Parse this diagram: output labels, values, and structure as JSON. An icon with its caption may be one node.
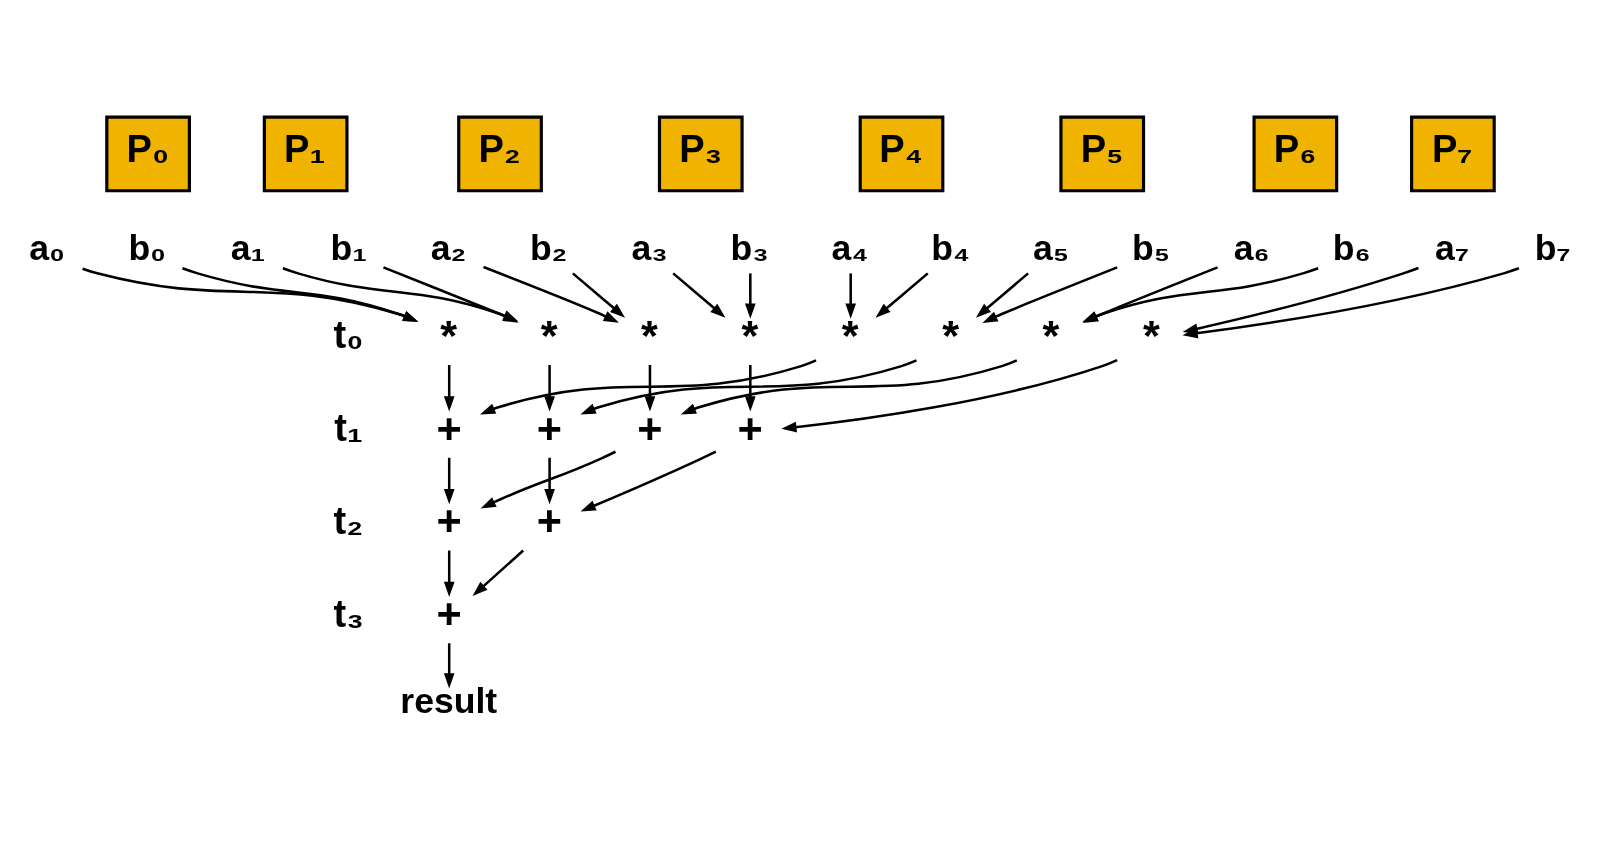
{
  "diagram": {
    "nodes": [
      {
        "text": [
          "P₀"
        ]
      },
      {
        "text": [
          "P₁"
        ]
      },
      {
        "text": [
          "P₂"
        ]
      },
      {
        "text": [
          "P₃"
        ]
      },
      {
        "text": [
          "P₄"
        ]
      },
      {
        "text": [
          "P₅"
        ]
      },
      {
        "text": [
          "P₆"
        ]
      },
      {
        "text": [
          "P₇"
        ]
      },
      {
        "text": [
          "a₀"
        ]
      },
      {
        "text": [
          "b₀"
        ]
      },
      {
        "text": [
          "a₁"
        ]
      },
      {
        "text": [
          "b₁"
        ]
      },
      {
        "text": [
          "a₂"
        ]
      },
      {
        "text": [
          "b₂"
        ]
      },
      {
        "text": [
          "a₃"
        ]
      },
      {
        "text": [
          "b₃"
        ]
      },
      {
        "text": [
          "a₄"
        ]
      },
      {
        "text": [
          "b₄"
        ]
      },
      {
        "text": [
          "a₅"
        ]
      },
      {
        "text": [
          "b₅"
        ]
      },
      {
        "text": [
          "a₆"
        ]
      },
      {
        "text": [
          "b₆"
        ]
      },
      {
        "text": [
          "a₇"
        ]
      },
      {
        "text": [
          "b₇"
        ]
      },
      {
        "text": [
          "*"
        ]
      },
      {
        "text": [
          "*"
        ]
      },
      {
        "text": [
          "*"
        ]
      },
      {
        "text": [
          "*"
        ]
      },
      {
        "text": [
          "*"
        ]
      },
      {
        "text": [
          "*"
        ]
      },
      {
        "text": [
          "*"
        ]
      },
      {
        "text": [
          "*"
        ]
      },
      {
        "text": [
          "+"
        ]
      },
      {
        "text": [
          "+"
        ]
      },
      {
        "text": [
          "+"
        ]
      },
      {
        "text": [
          "+"
        ]
      },
      {
        "text": [
          "+"
        ]
      },
      {
        "text": [
          "+"
        ]
      },
      {
        "text": [
          "+"
        ]
      },
      {
        "text": [
          "result"
        ]
      }
    ],
    "edges": [
      {
        "from": 8,
        "to": 24,
        "arrow": "to"
      },
      {
        "from": 9,
        "to": 24,
        "arrow": "to"
      },
      {
        "from": 10,
        "to": 25,
        "arrow": "to"
      },
      {
        "from": 11,
        "to": 25,
        "arrow": "to"
      },
      {
        "from": 12,
        "to": 26,
        "arrow": "to"
      },
      {
        "from": 13,
        "to": 26,
        "arrow": "to"
      },
      {
        "from": 14,
        "to": 27,
        "arrow": "to"
      },
      {
        "from": 15,
        "to": 27,
        "arrow": "to"
      },
      {
        "from": 16,
        "to": 28,
        "arrow": "to"
      },
      {
        "from": 17,
        "to": 28,
        "arrow": "to"
      },
      {
        "from": 18,
        "to": 29,
        "arrow": "to"
      },
      {
        "from": 19,
        "to": 29,
        "arrow": "to"
      },
      {
        "from": 20,
        "to": 30,
        "arrow": "to"
      },
      {
        "from": 21,
        "to": 30,
        "arrow": "to"
      },
      {
        "from": 22,
        "to": 31,
        "arrow": "to"
      },
      {
        "from": 23,
        "to": 31,
        "arrow": "to"
      },
      {
        "from": 24,
        "to": 32,
        "arrow": "to"
      },
      {
        "from": 28,
        "to": 32,
        "arrow": "to"
      },
      {
        "from": 25,
        "to": 33,
        "arrow": "to"
      },
      {
        "from": 29,
        "to": 33,
        "arrow": "to"
      },
      {
        "from": 26,
        "to": 34,
        "arrow": "to"
      },
      {
        "from": 30,
        "to": 34,
        "arrow": "to"
      },
      {
        "from": 27,
        "to": 35,
        "arrow": "to"
      },
      {
        "from": 31,
        "to": 35,
        "arrow": "to"
      },
      {
        "from": 32,
        "to": 36,
        "arrow": "to"
      },
      {
        "from": 34,
        "to": 36,
        "arrow": "to"
      },
      {
        "from": 33,
        "to": 37,
        "arrow": "to"
      },
      {
        "from": 35,
        "to": 37,
        "arrow": "to"
      },
      {
        "from": 36,
        "to": 38,
        "arrow": "to"
      },
      {
        "from": 37,
        "to": 38,
        "arrow": "to"
      },
      {
        "from": 38,
        "to": 39,
        "arrow": "to"
      }
    ],
    "labels": [
      "t₀",
      "t₁",
      "t₂",
      "t₃"
    ]
  }
}
